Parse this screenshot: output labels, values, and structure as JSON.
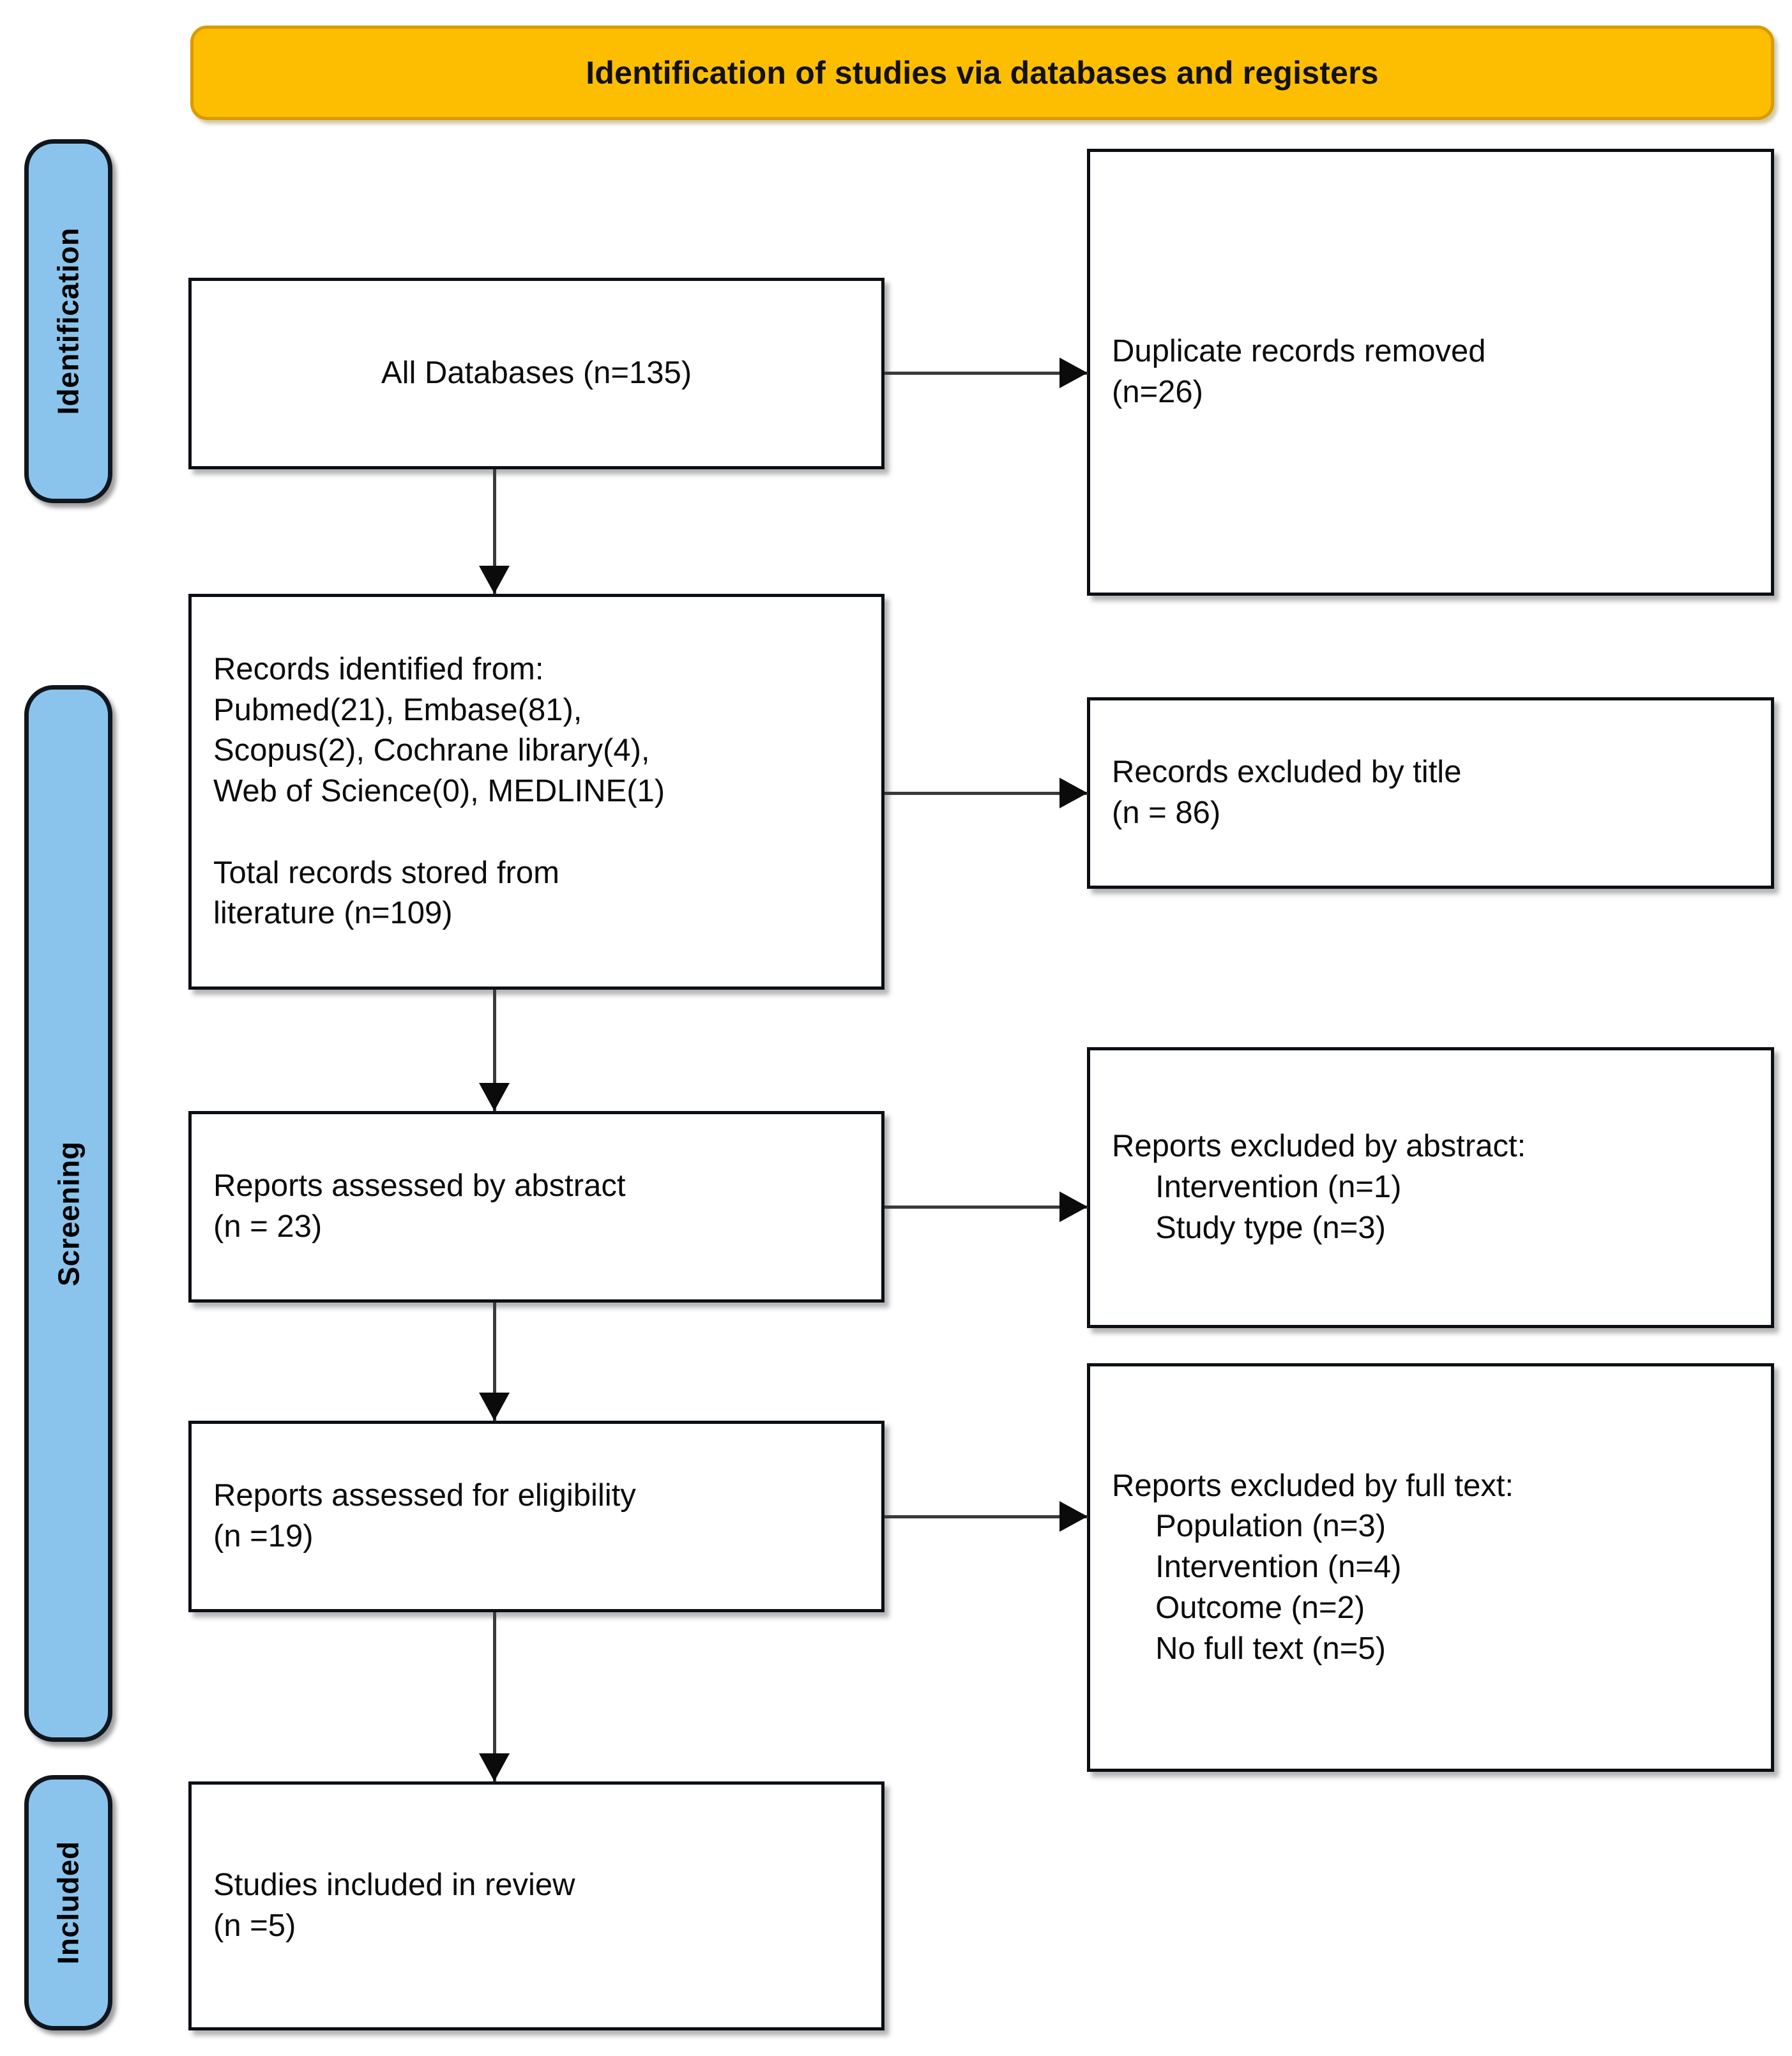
{
  "banner": {
    "title": "Identification of studies via databases and registers",
    "background_color": "#FDBE02",
    "border_color": "#D99B00"
  },
  "stages": {
    "color": "#8AC4EC",
    "items": [
      {
        "key": "identification",
        "label": "Identification"
      },
      {
        "key": "screening",
        "label": "Screening"
      },
      {
        "key": "included",
        "label": "Included"
      }
    ]
  },
  "boxes": {
    "all_databases": "All Databases (n=135)",
    "duplicates_removed": "Duplicate records removed\n(n=26)",
    "records_identified": "Records identified from:\nPubmed(21), Embase(81),\nScopus(2), Cochrane library(4),\nWeb of Science(0), MEDLINE(1)\n\nTotal records stored from\nliterature (n=109)",
    "excluded_by_title": "Records excluded by title\n(n = 86)",
    "assessed_by_abstract": "Reports assessed by abstract\n(n = 23)",
    "excluded_by_abstract": "Reports excluded by abstract:\n     Intervention (n=1)\n     Study type (n=3)",
    "assessed_for_eligibility": "Reports assessed for eligibility\n(n =19)",
    "excluded_by_fulltext": "Reports excluded by full text:\n     Population (n=3)\n     Intervention (n=4)\n     Outcome (n=2)\n     No full text (n=5)",
    "studies_included": "Studies included in review\n(n =5)"
  },
  "chart_data": {
    "type": "table",
    "title": "Identification of studies via databases and registers",
    "flow": [
      {
        "stage": "Identification",
        "node": "All Databases",
        "n": 135
      },
      {
        "stage": "Identification",
        "node": "Duplicate records removed",
        "n": 26
      },
      {
        "stage": "Screening",
        "node": "Records identified from Pubmed",
        "n": 21
      },
      {
        "stage": "Screening",
        "node": "Records identified from Embase",
        "n": 81
      },
      {
        "stage": "Screening",
        "node": "Records identified from Scopus",
        "n": 2
      },
      {
        "stage": "Screening",
        "node": "Records identified from Cochrane library",
        "n": 4
      },
      {
        "stage": "Screening",
        "node": "Records identified from Web of Science",
        "n": 0
      },
      {
        "stage": "Screening",
        "node": "Records identified from MEDLINE",
        "n": 1
      },
      {
        "stage": "Screening",
        "node": "Total records stored from literature",
        "n": 109
      },
      {
        "stage": "Screening",
        "node": "Records excluded by title",
        "n": 86
      },
      {
        "stage": "Screening",
        "node": "Reports assessed by abstract",
        "n": 23
      },
      {
        "stage": "Screening",
        "node": "Reports excluded by abstract: Intervention",
        "n": 1
      },
      {
        "stage": "Screening",
        "node": "Reports excluded by abstract: Study type",
        "n": 3
      },
      {
        "stage": "Screening",
        "node": "Reports assessed for eligibility",
        "n": 19
      },
      {
        "stage": "Screening",
        "node": "Reports excluded by full text: Population",
        "n": 3
      },
      {
        "stage": "Screening",
        "node": "Reports excluded by full text: Intervention",
        "n": 4
      },
      {
        "stage": "Screening",
        "node": "Reports excluded by full text: Outcome",
        "n": 2
      },
      {
        "stage": "Screening",
        "node": "Reports excluded by full text: No full text",
        "n": 5
      },
      {
        "stage": "Included",
        "node": "Studies included in review",
        "n": 5
      }
    ]
  }
}
